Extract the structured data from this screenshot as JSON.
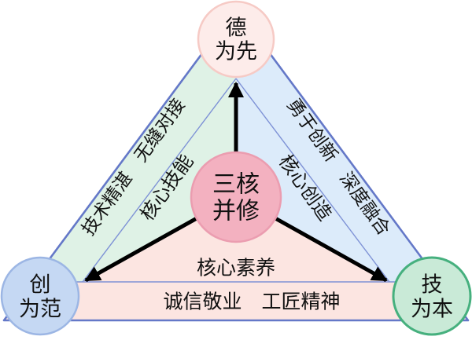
{
  "center_node": {
    "line1": "三核",
    "line2": "并修"
  },
  "vertex_nodes": {
    "top": {
      "line1": "德",
      "line2": "为先"
    },
    "bottom_left": {
      "line1": "创",
      "line2": "为范"
    },
    "bottom_right": {
      "line1": "技",
      "line2": "为本"
    }
  },
  "edge_labels": {
    "left_outer": "技术精湛　无缝对接",
    "left_inner": "核心技能",
    "right_outer": "勇于创新　深度融合",
    "right_inner": "核心创造",
    "bottom_inner": "核心素养",
    "bottom_outer": "诚信敬业　工匠精神"
  },
  "colors": {
    "band_green": "#dff2e6",
    "band_blue": "#dcebfa",
    "band_pink": "#fce5e1",
    "triangle_border": "#6478c8",
    "divider_line": "#7e92d6",
    "arrow": "#000000",
    "node_top_fill": "#fdecea",
    "node_top_border": "#f6cac5",
    "node_left_fill": "#c5d8f3",
    "node_left_border": "#9cb6e4",
    "node_right_fill": "#c9ead7",
    "node_right_border": "#46b07e",
    "node_center_fill": "#f3b1c0",
    "node_center_border": "#eb9db0",
    "text": "#111111"
  }
}
